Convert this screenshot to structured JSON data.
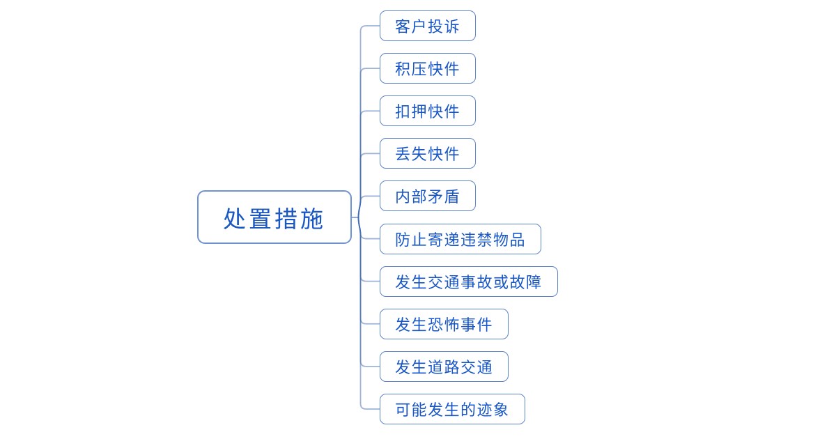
{
  "diagram": {
    "type": "mindmap",
    "root": {
      "label": "处置措施"
    },
    "children": [
      {
        "label": "客户投诉"
      },
      {
        "label": "积压快件"
      },
      {
        "label": "扣押快件"
      },
      {
        "label": "丢失快件"
      },
      {
        "label": "内部矛盾"
      },
      {
        "label": "防止寄递违禁物品"
      },
      {
        "label": "发生交通事故或故障"
      },
      {
        "label": "发生恐怖事件"
      },
      {
        "label": "发生道路交通"
      },
      {
        "label": "可能发生的迹象"
      }
    ],
    "colors": {
      "background": "#ffffff",
      "node_text": "#1856c6",
      "root_text": "#1a57c2",
      "node_border": "#5d84c8",
      "root_border": "#6f93d2",
      "branch_line": "#3e68b0",
      "stub_line": "#7fa2d8"
    }
  }
}
